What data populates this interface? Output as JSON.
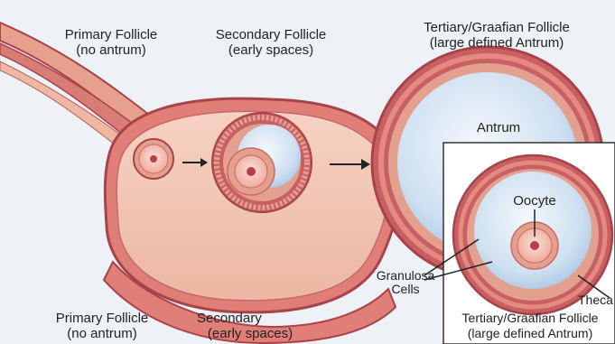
{
  "labels": {
    "primary_top_1": "Primary Follicle",
    "primary_top_2": "(no antrum)",
    "secondary_top_1": "Secondary Follicle",
    "secondary_top_2": "(early spaces)",
    "tertiary_top_1": "Tertiary/Graafian Follicle",
    "tertiary_top_2": "(large defined Antrum)",
    "antrum": "Antrum",
    "oocyte": "Oocyte",
    "granulosa_1": "Granulosa",
    "granulosa_2": "Cells",
    "theca": "Theca",
    "primary_bottom_1": "Primary Follicle",
    "primary_bottom_2": "(no antrum)",
    "secondary_bottom_1": "Secondary",
    "secondary_bottom_2": "(early spaces)",
    "tertiary_bottom_1": "Tertiary/Graafian Follicle",
    "tertiary_bottom_2": "(large defined Antrum)"
  },
  "colors": {
    "background": "#eef2f6",
    "tissue": "#f0c2ad",
    "tissue_outline": "#a8434a",
    "theca": "#c85f63",
    "granulosa": "#e3a08e",
    "antrum_fluid": "#cfe0f1",
    "oocyte": "#f2b4a7",
    "nucleus": "#b83e45"
  }
}
